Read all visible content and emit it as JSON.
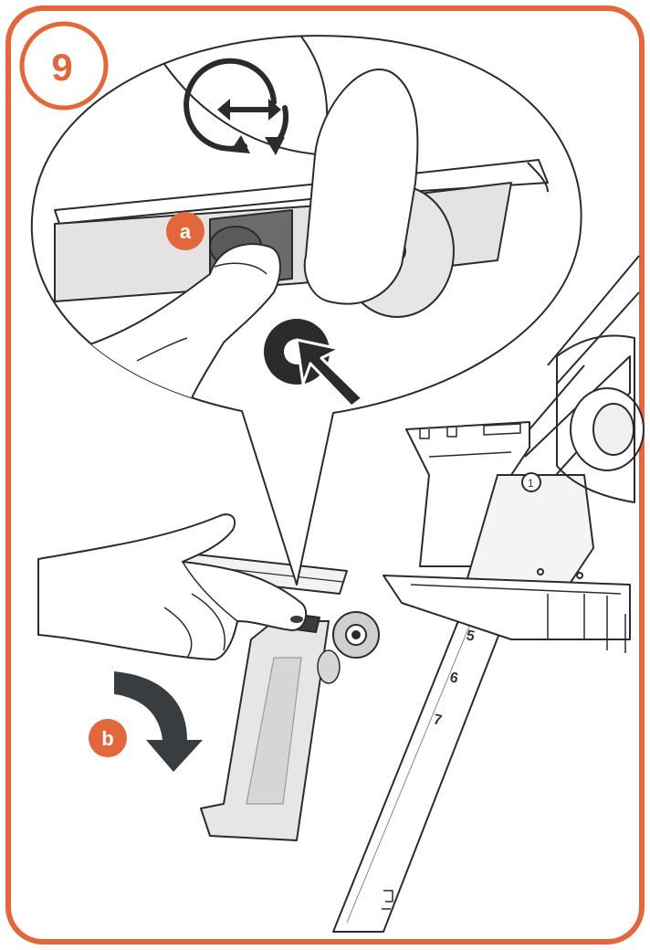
{
  "step": {
    "number": "9"
  },
  "callouts": {
    "a": "a",
    "b": "b"
  },
  "scale": {
    "marks": [
      "5",
      "6",
      "7"
    ]
  },
  "knob_label": "1",
  "colors": {
    "accent": "#e2683c",
    "frame": "#e2683c",
    "line": "#2b2b2b",
    "arrow_dark": "#3a3d40",
    "gray_light": "#e6e6e6",
    "gray_mid": "#cfcfcf"
  },
  "icons": {
    "rotate": "adjust-rotate-icon",
    "press": "press-button-icon",
    "fold": "fold-down-arrow-icon"
  }
}
